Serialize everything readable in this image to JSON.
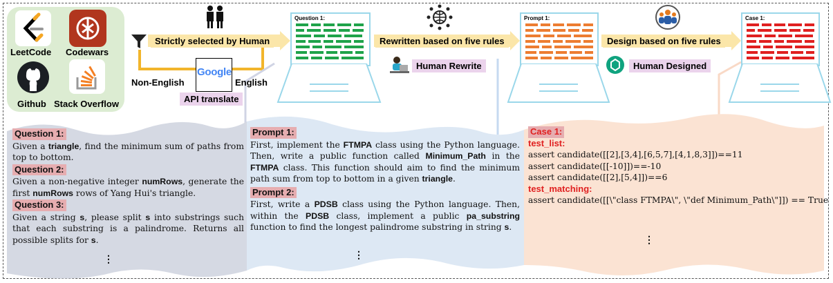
{
  "sources": {
    "leetcode": "LeetCode",
    "codewars": "Codewars",
    "github": "Github",
    "stackoverflow": "Stack Overflow"
  },
  "flow": {
    "selected": "Strictly selected by Human",
    "non_english": "Non-English",
    "english": "English",
    "google_logo": "Google",
    "api_translate": "API translate",
    "rewritten": "Rewritten based on five rules",
    "human_rewrite": "Human Rewrite",
    "design": "Design based on five rules",
    "human_designed": "Human Designed"
  },
  "screens": {
    "question": "Question 1:",
    "prompt": "Prompt 1:",
    "case": "Case 1:"
  },
  "colors": {
    "question_lines": "#1fa34a",
    "prompt_lines": "#ed7d31",
    "case_lines": "#e02020",
    "wave_grey": "#d5d9e3",
    "wave_blue": "#dde8f4",
    "wave_peach": "#fbe3d3"
  },
  "questions": {
    "q1_title": "Question 1:",
    "q1_a": "Given a ",
    "q1_b": "triangle",
    "q1_c": ", find the minimum sum of paths from top to bottom.",
    "q2_title": "Question 2:",
    "q2_a": "Given a non-negative integer ",
    "q2_b": "numRows",
    "q2_c": ", generate the first ",
    "q2_d": "numRows",
    "q2_e": " rows of Yang Hui's triangle.",
    "q3_title": "Question 3:",
    "q3_a": "Given a string ",
    "q3_b": "s",
    "q3_c": ", please split ",
    "q3_d": "s",
    "q3_e": " into substrings such that each substring is a palindrome. Returns all possible splits for ",
    "q3_f": "s",
    "q3_g": ".",
    "dots": "⋮"
  },
  "prompts": {
    "p1_title": "Prompt 1:",
    "p1_a": "First, implement the ",
    "p1_b": "FTMPA",
    "p1_c": " class using the Python language. Then, write a public function called ",
    "p1_d": "Minimum_Path",
    "p1_e": " in the ",
    "p1_f": "FTMPA",
    "p1_g": " class. This function should aim to find the minimum path sum from top to bottom in a given ",
    "p1_h": "triangle",
    "p1_i": ".",
    "p2_title": "Prompt 2:",
    "p2_a": "First, write a ",
    "p2_b": "PDSB",
    "p2_c": " class using the Python language. Then, within the ",
    "p2_d": "PDSB",
    "p2_e": " class, implement a public ",
    "p2_f": "pa_substring",
    "p2_g": " function to find the longest palindrome substring in string ",
    "p2_h": "s",
    "p2_i": ".",
    "dots": "⋮"
  },
  "cases": {
    "c1_title": "Case 1:",
    "test_list": "test_list:",
    "line1": "assert candidate([[2],[3,4],[6,5,7],[4,1,8,3]])==11",
    "line2": "assert candidate([[-10]])==-10",
    "line3": "assert candidate([[2],[5,4]])==6",
    "test_matching": "test_matching:",
    "line4": "assert candidate([[\\\"class FTMPA\\\", \\\"def  Minimum_Path\\\"]]) == True",
    "dots": "⋮"
  }
}
